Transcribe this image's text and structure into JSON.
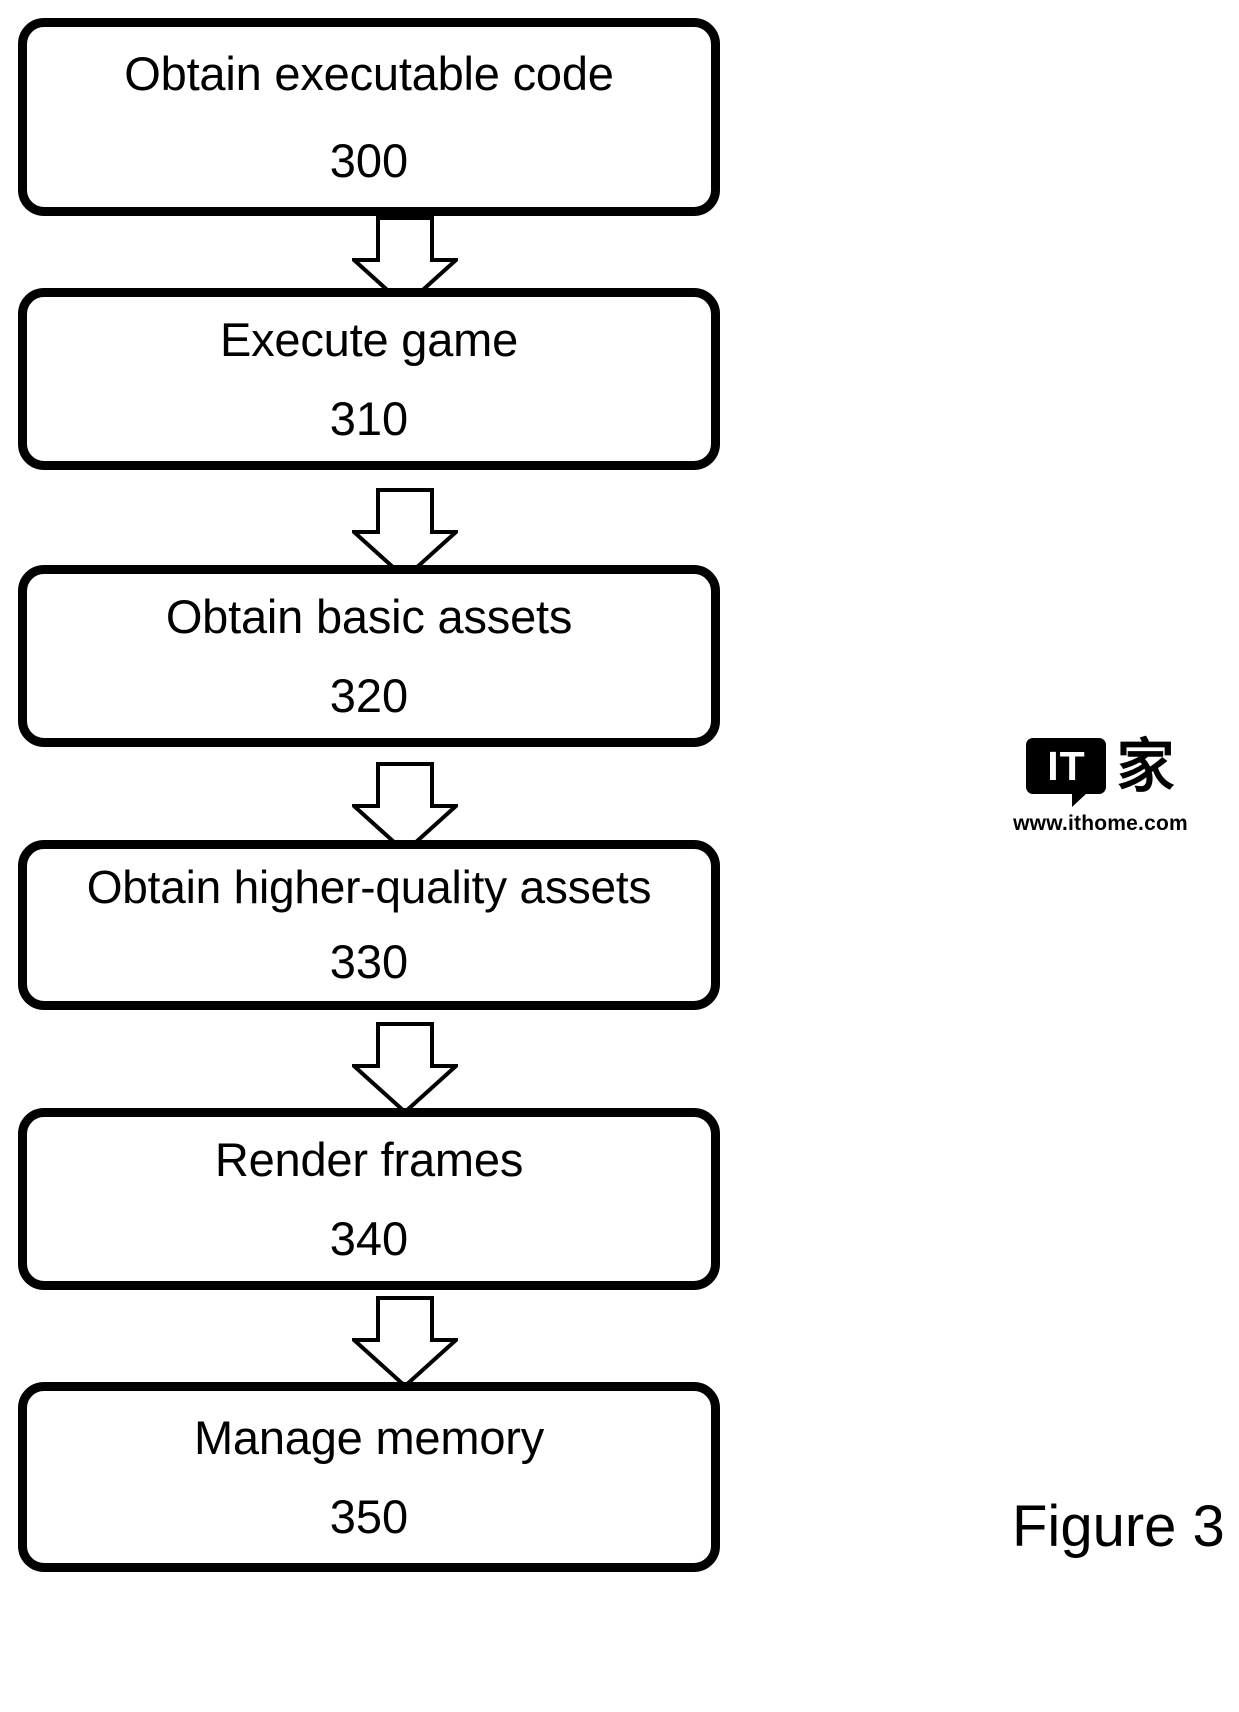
{
  "figure": {
    "caption": "Figure 3",
    "type": "patent-flowchart",
    "orientation": "vertical",
    "connector_icon": "down-block-arrow-icon"
  },
  "flow": {
    "steps": [
      {
        "label": "Obtain executable code",
        "number": "300"
      },
      {
        "label": "Execute game",
        "number": "310"
      },
      {
        "label": "Obtain basic assets",
        "number": "320"
      },
      {
        "label": "Obtain higher-quality assets",
        "number": "330"
      },
      {
        "label": "Render frames",
        "number": "340"
      },
      {
        "label": "Manage memory",
        "number": "350"
      }
    ],
    "connectors": [
      {
        "from": "300",
        "to": "310"
      },
      {
        "from": "310",
        "to": "320"
      },
      {
        "from": "320",
        "to": "330"
      },
      {
        "from": "330",
        "to": "340"
      },
      {
        "from": "340",
        "to": "350"
      }
    ]
  },
  "watermark": {
    "badge_text": "IT",
    "cjk_text": "家",
    "url": "www.ithome.com"
  },
  "colors": {
    "stroke": "#000000",
    "fill": "#ffffff",
    "text": "#000000"
  }
}
